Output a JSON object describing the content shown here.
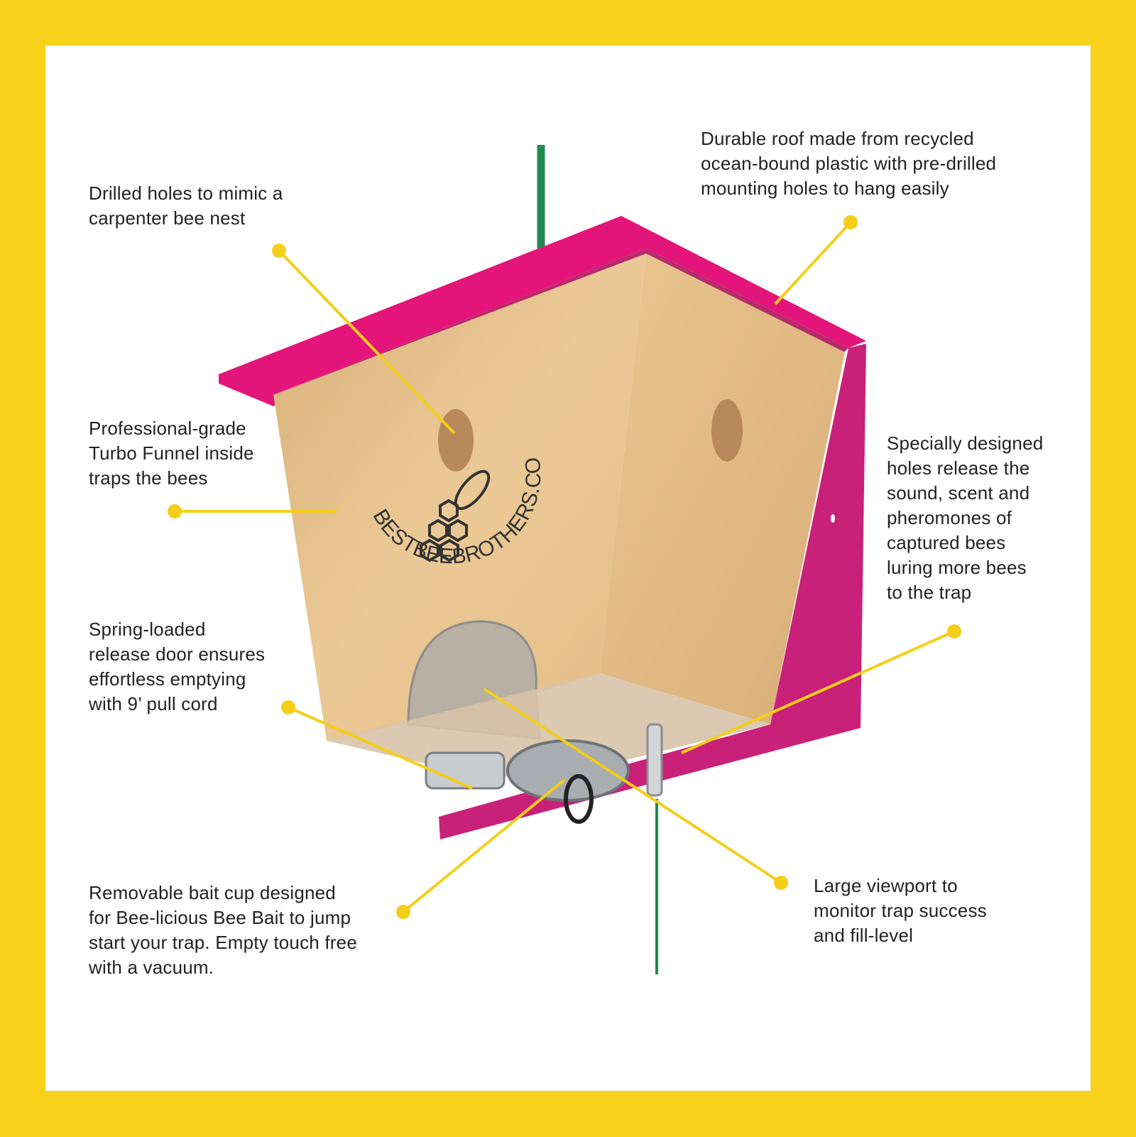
{
  "colors": {
    "frame": "#F9D11A",
    "roof": "#E3157A",
    "roof_dark": "#C2226F",
    "wood": "#E8C38E",
    "wood_side": "#DDB47E",
    "callout": "#F5CE1A",
    "cord": "#1E8A4E"
  },
  "logo_text": "BESTBEEBROTHERS.COM",
  "callouts": [
    {
      "id": "drilled-holes",
      "text": "Drilled holes to mimic a\ncarpenter bee nest"
    },
    {
      "id": "roof",
      "text": "Durable roof made from recycled\nocean-bound plastic with pre-drilled\nmounting holes to hang easily"
    },
    {
      "id": "turbo-funnel",
      "text": "Professional-grade\nTurbo Funnel inside\ntraps the bees"
    },
    {
      "id": "release-holes",
      "text": "Specially designed\nholes release the\nsound, scent and\npheromones of\ncaptured bees\nluring more bees\nto the trap"
    },
    {
      "id": "release-door",
      "text": "Spring-loaded\nrelease door ensures\neffortless emptying\nwith 9’ pull cord"
    },
    {
      "id": "bait-cup",
      "text": "Removable bait cup designed\nfor Bee-licious Bee Bait to jump\nstart your trap. Empty touch free\nwith a vacuum."
    },
    {
      "id": "viewport",
      "text": "Large viewport to\nmonitor trap success\nand fill-level"
    }
  ]
}
